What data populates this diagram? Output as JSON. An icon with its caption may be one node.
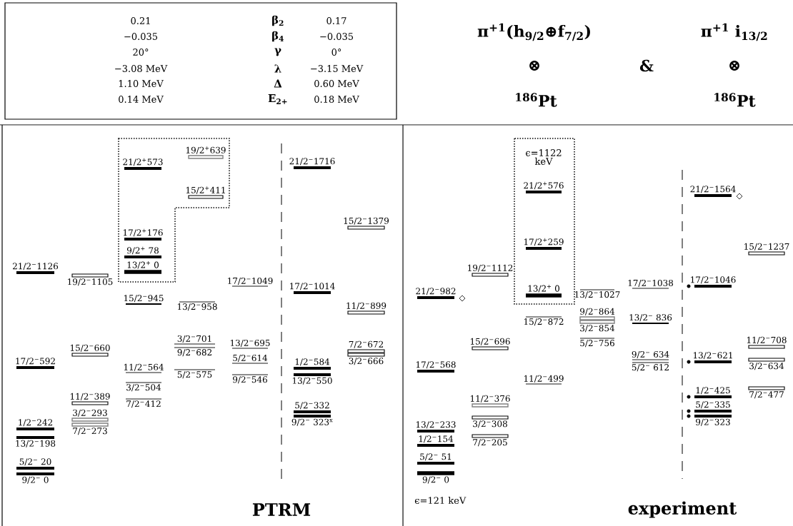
{
  "diagram": {
    "labels": [
      "0.21",
      "β$_{2}$",
      "0.17",
      "−0.035",
      "β$_{4}$",
      "−0.035",
      "20°",
      "γ",
      "0°",
      "−3.08 MeV",
      "λ",
      "−3.15 MeV",
      "1.10 MeV",
      "Δ",
      "0.60 MeV",
      "0.14 MeV",
      "E$_{2+}$",
      "0.18 MeV",
      "π$^{+1}$(h$_{9/2}$⊕f$_{7/2}$)",
      "π$^{+1}$ i$_{13/2}$",
      "⊗",
      "&",
      "⊗",
      "$^{186}$Pt",
      "$^{186}$Pt",
      "21/2$^{−}$1126",
      "19/2$^{−}$1105",
      "17/2$^{−}$592",
      "15/2$^{−}$660",
      "11/2$^{−}$389",
      "3/2$^{−}$293",
      "7/2$^{−}$273",
      "1/2$^{−}$242",
      "13/2$^{−}$198",
      "5/2$^{−}$ 20",
      "9/2$^{−}$ 0",
      "21/2$^{+}$573",
      "17/2$^{+}$176",
      "9/2$^{+}$ 78",
      "13/2$^{+}$ 0",
      "15/2$^{−}$945",
      "11/2$^{−}$564",
      "3/2$^{−}$504",
      "7/2$^{−}$412",
      "19/2$^{+}$639",
      "15/2$^{+}$411",
      "13/2$^{−}$958",
      "3/2$^{−}$701",
      "9/2$^{−}$682",
      "5/2$^{−}$575",
      "17/2$^{−}$1049",
      "13/2$^{−}$695",
      "5/2$^{−}$614",
      "9/2$^{−}$546",
      "21/2$^{−}$1716",
      "17/2$^{−}$1014",
      "1/2$^{−}$584",
      "13/2$^{−}$550",
      "5/2$^{−}$332",
      "9/2$^{−}$ 323$^{x}$",
      "15/2$^{−}$1379",
      "11/2$^{−}$899",
      "7/2$^{−}$672",
      "3/2$^{−}$666",
      "PTRM",
      "21/2$^{−}$982",
      "17/2$^{−}$568",
      "13/2$^{−}$233",
      "1/2$^{−}$154",
      "5/2$^{−}$ 51",
      "9/2$^{−}$ 0",
      "19/2$^{−}$1112",
      "15/2$^{−}$696",
      "11/2$^{−}$376",
      "3/2$^{−}$308",
      "7/2$^{−}$205",
      "ϵ=1122 keV",
      "21/2$^{+}$576",
      "17/2$^{+}$259",
      "13/2$^{+}$ 0",
      "15/2$^{−}$872",
      "11/2$^{−}$499",
      "13/2$^{−}$1027",
      "9/2$^{−}$864",
      "3/2$^{−}$854",
      "5/2$^{−}$756",
      "17/2$^{−}$1038",
      "13/2$^{−}$ 836",
      "9/2$^{−}$ 634",
      "5/2$^{−}$ 612",
      "21/2$^{−}$1564",
      "17/2$^{−}$1046",
      "13/2$^{−}$621",
      "1/2$^{−}$425",
      "5/2$^{−}$335",
      "9/2$^{−}$323",
      "15/2$^{−}$1237",
      "11/2$^{−}$708",
      "3/2$^{−}$634",
      "7/2$^{−}$477",
      "ϵ=121 keV",
      "experiment"
    ]
  }
}
